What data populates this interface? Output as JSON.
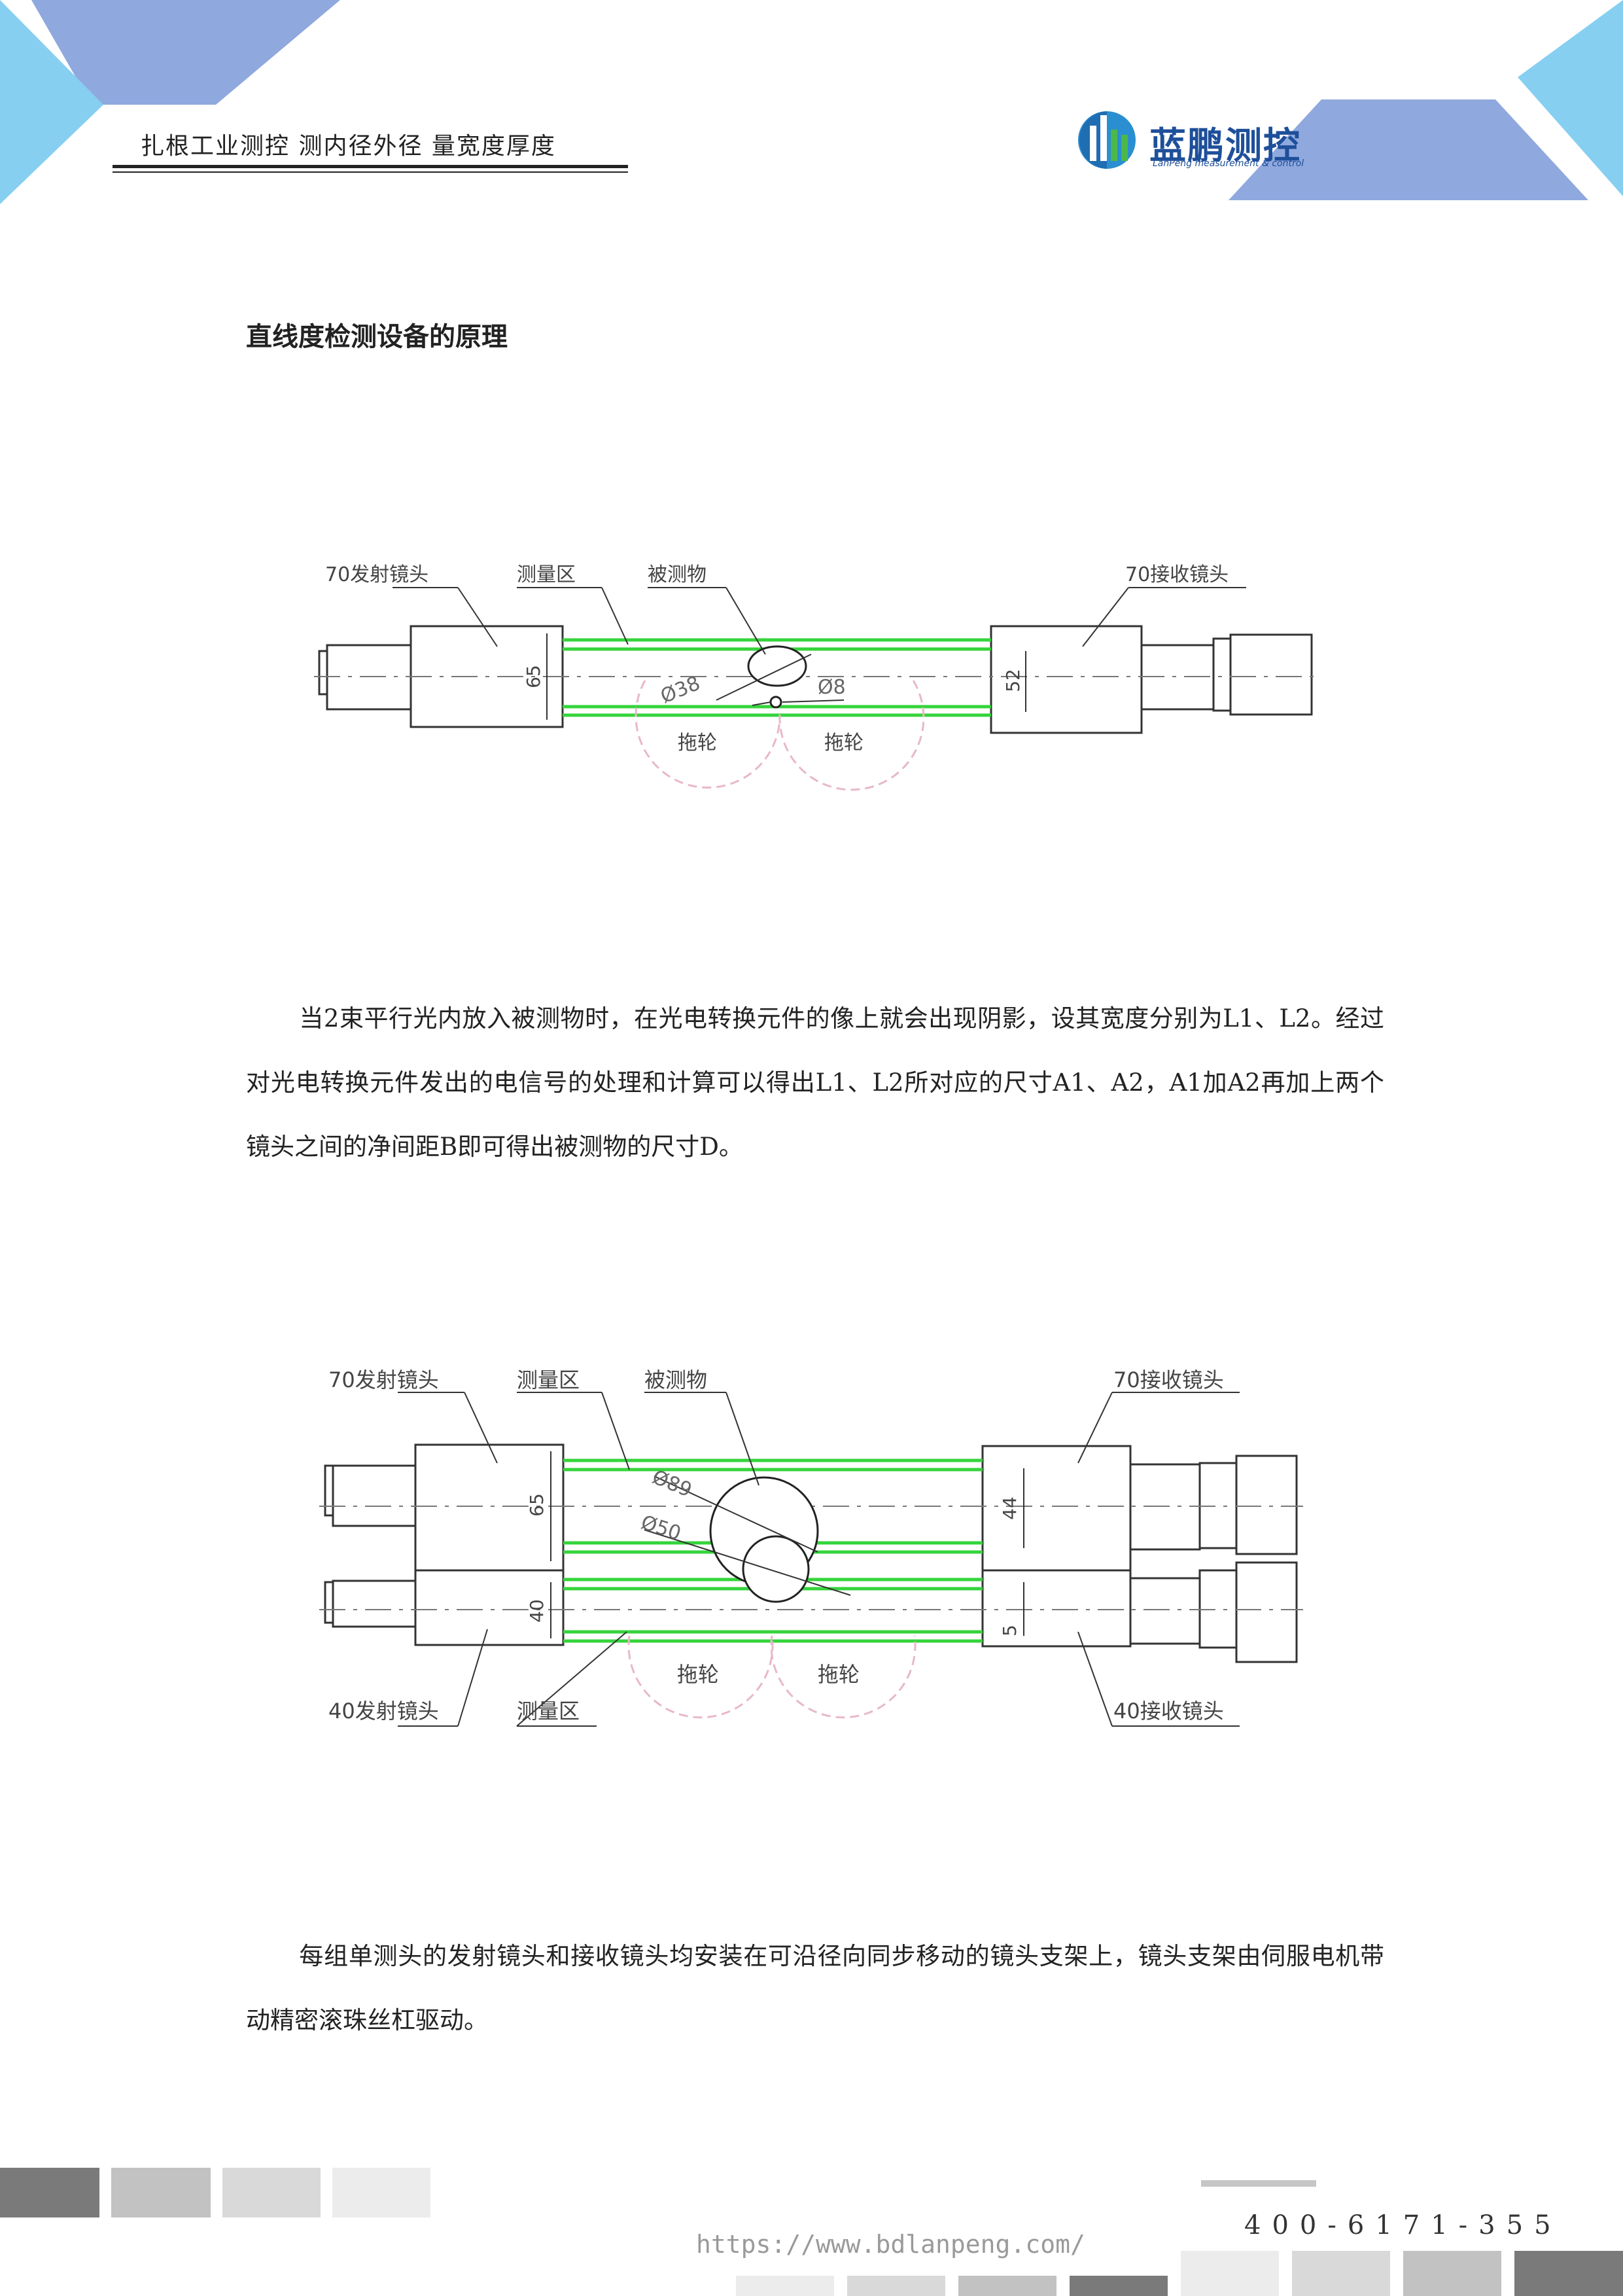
{
  "header": {
    "tagline": "扎根工业测控 测内径外径 量宽度厚度",
    "brand_name": "蓝鹏测控",
    "brand_tagline": "LanPeng measurement & control",
    "colors": {
      "accent_blue": "#8fa8de",
      "light_blue": "#86cff0",
      "brand_blue": "#1e4f9a",
      "beam_green": "#35d43b",
      "roller_pink": "#e8b8c8"
    }
  },
  "section_title": "直线度检测设备的原理",
  "figure1": {
    "labels": {
      "emitter": "70发射镜头",
      "zone": "测量区",
      "object": "被测物",
      "receiver": "70接收镜头",
      "roller_left": "拖轮",
      "roller_right": "拖轮"
    },
    "dims": {
      "emit_height": "65",
      "recv_height": "52",
      "dia_large": "Ø38",
      "dia_small": "Ø8"
    }
  },
  "paragraph1": "当2束平行光内放入被测物时，在光电转换元件的像上就会出现阴影，设其宽度分别为L1、L2。经过对光电转换元件发出的电信号的处理和计算可以得出L1、L2所对应的尺寸A1、A2，A1加A2再加上两个镜头之间的净间距B即可得出被测物的尺寸D。",
  "figure2": {
    "labels": {
      "emitter_top": "70发射镜头",
      "zone_top": "测量区",
      "object": "被测物",
      "receiver_top": "70接收镜头",
      "emitter_bottom": "40发射镜头",
      "zone_bottom": "测量区",
      "receiver_bottom": "40接收镜头",
      "roller_left": "拖轮",
      "roller_right": "拖轮"
    },
    "dims": {
      "emit_top_height": "65",
      "emit_bottom_height": "40",
      "recv_top_height": "44",
      "recv_bottom_height": "5",
      "dia_large": "Ø89",
      "dia_small": "Ø50"
    }
  },
  "paragraph2": "每组单测头的发射镜头和接收镜头均安装在可沿径向同步移动的镜头支架上，镜头支架由伺服电机带动精密滚珠丝杠驱动。",
  "footer": {
    "phone": "400-6171-355",
    "website": "https://www.bdlanpeng.com/"
  }
}
